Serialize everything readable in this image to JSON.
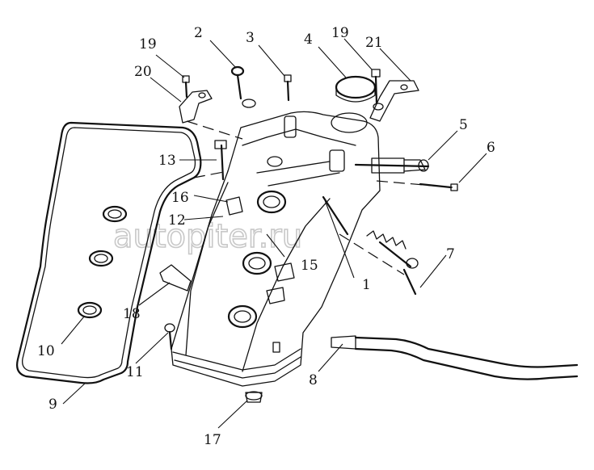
{
  "watermark": "autopiter.ru",
  "callouts": [
    {
      "id": "1",
      "label": "1"
    },
    {
      "id": "2",
      "label": "2"
    },
    {
      "id": "3",
      "label": "3"
    },
    {
      "id": "4",
      "label": "4"
    },
    {
      "id": "5",
      "label": "5"
    },
    {
      "id": "6",
      "label": "6"
    },
    {
      "id": "7",
      "label": "7"
    },
    {
      "id": "8",
      "label": "8"
    },
    {
      "id": "9",
      "label": "9"
    },
    {
      "id": "10",
      "label": "10"
    },
    {
      "id": "11",
      "label": "11"
    },
    {
      "id": "12",
      "label": "12"
    },
    {
      "id": "13",
      "label": "13"
    },
    {
      "id": "15",
      "label": "15"
    },
    {
      "id": "16",
      "label": "16"
    },
    {
      "id": "17",
      "label": "17"
    },
    {
      "id": "18",
      "label": "18"
    },
    {
      "id": "19a",
      "label": "19"
    },
    {
      "id": "19b",
      "label": "19"
    },
    {
      "id": "20",
      "label": "20"
    },
    {
      "id": "21",
      "label": "21"
    }
  ]
}
